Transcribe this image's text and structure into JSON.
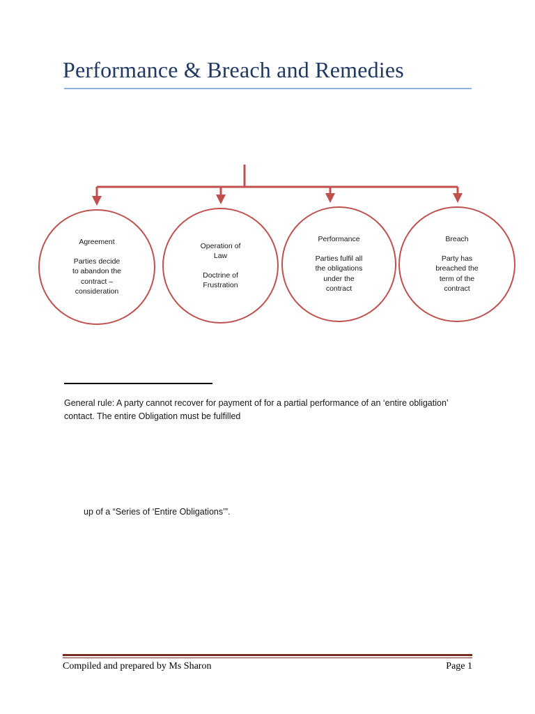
{
  "document": {
    "title": "Performance & Breach and Remedies",
    "accent_blue": "#1F3864",
    "rule_blue": "#8DB3D9",
    "accent_red": "#C0504D",
    "footer_rule_color": "#7A2A25"
  },
  "diagram": {
    "type": "tree",
    "connector": {
      "stem_label": "vertical-stem",
      "branch_label": "horizontal-branch",
      "arrow_count": 4
    },
    "nodes": [
      {
        "id": "agreement",
        "heading": "Agreement",
        "body": "Parties decide\nto abandon the\ncontract –\nconsideration"
      },
      {
        "id": "operation-of-law",
        "heading": "Operation of\nLaw",
        "body": "Doctrine of\nFrustration"
      },
      {
        "id": "performance",
        "heading": "Performance",
        "body": "Parties fulfil all\nthe obligations\nunder the\ncontract"
      },
      {
        "id": "breach",
        "heading": "Breach",
        "body": "Party has\nbreached the\nterm of the\ncontract"
      }
    ]
  },
  "content": {
    "general_rule": "General rule: A party cannot recover for payment of for a partial performance of an ‘entire obligation’ contact. The entire Obligation must be fulfilled",
    "series_note": "up of a “Series of ‘Entire Obligations’”."
  },
  "footer": {
    "credit": "Compiled and prepared by Ms Sharon",
    "page": "Page 1"
  }
}
